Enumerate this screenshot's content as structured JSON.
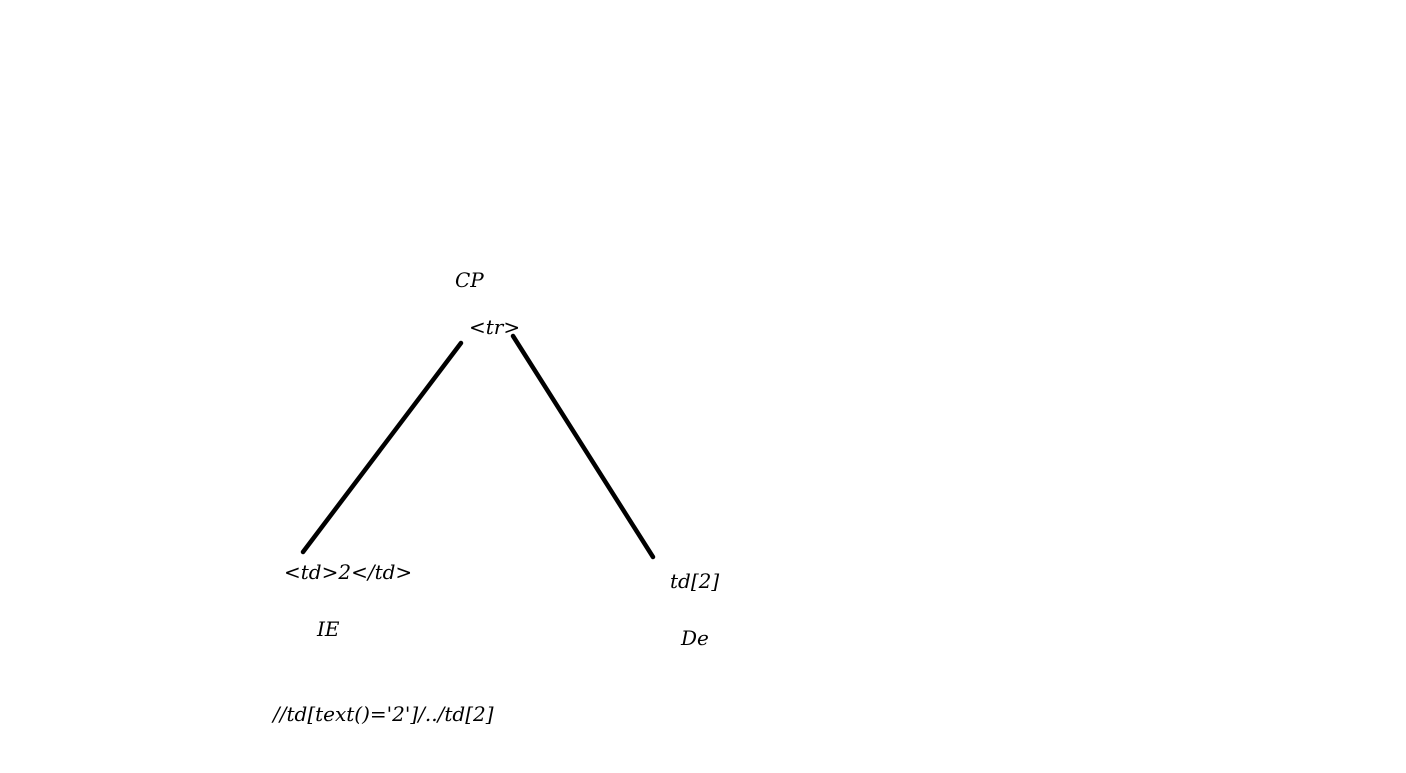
{
  "diagram": {
    "root": {
      "role_label": "CP",
      "tag_label": "<tr>"
    },
    "left_child": {
      "tag_label": "<td>2</td>",
      "role_label": "IE"
    },
    "right_child": {
      "tag_label": "td[2]",
      "role_label": "De"
    },
    "xpath_expression": "//td[text()='2']/../td[2]"
  }
}
